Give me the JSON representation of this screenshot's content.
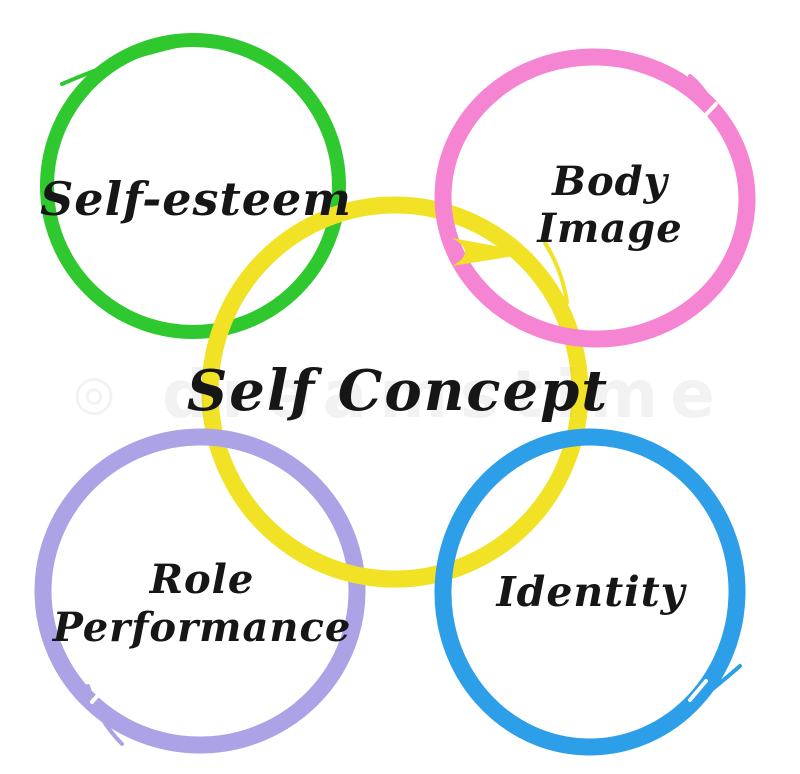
{
  "diagram": {
    "background": "#FFFFFF",
    "text_color": "#161616",
    "center": {
      "id": "self-concept",
      "label": "Self Concept",
      "color": "#F2E226"
    },
    "nodes": [
      {
        "id": "self-esteem",
        "label": "Self-esteem",
        "line1": "Self-esteem",
        "line2": "",
        "color": "#2FC82F",
        "position": "top-left"
      },
      {
        "id": "body-image",
        "label": "Body Image",
        "line1": "Body",
        "line2": "Image",
        "color": "#F584D2",
        "position": "top-right"
      },
      {
        "id": "role-performance",
        "label": "Role Performance",
        "line1": "Role",
        "line2": "Performance",
        "color": "#ACA2E6",
        "position": "bottom-left"
      },
      {
        "id": "identity",
        "label": "Identity",
        "line1": "Identity",
        "line2": "",
        "color": "#2D9EE8",
        "position": "bottom-right"
      }
    ],
    "watermark": {
      "symbol": "◎",
      "text": "dreamstime"
    }
  }
}
